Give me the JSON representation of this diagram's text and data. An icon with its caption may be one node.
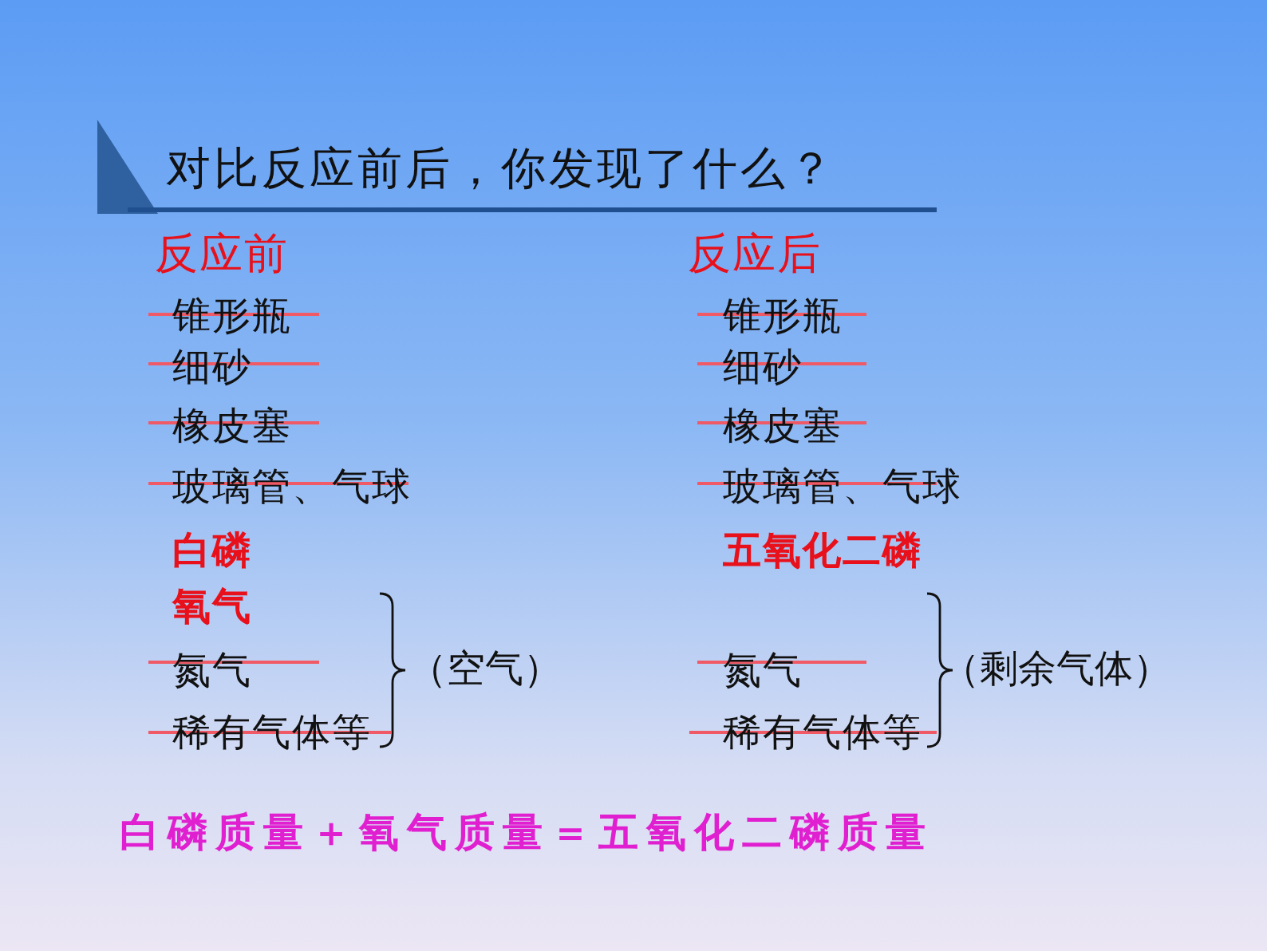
{
  "diagram": {
    "title": "对比反应前后，你发现了什么？",
    "labels": [
      "反应前",
      "锥形瓶",
      "细砂",
      "橡皮塞",
      "玻璃管、气球",
      "白磷",
      "氧气",
      "氮气",
      "稀有气体等",
      "（空气）",
      "反应后",
      "锥形瓶",
      "细砂",
      "橡皮塞",
      "玻璃管、气球",
      "五氧化二磷",
      "氮气",
      "稀有气体等",
      "（剩余气体）",
      "白磷质量＋氧气质量＝五氧化二磷质量"
    ]
  }
}
